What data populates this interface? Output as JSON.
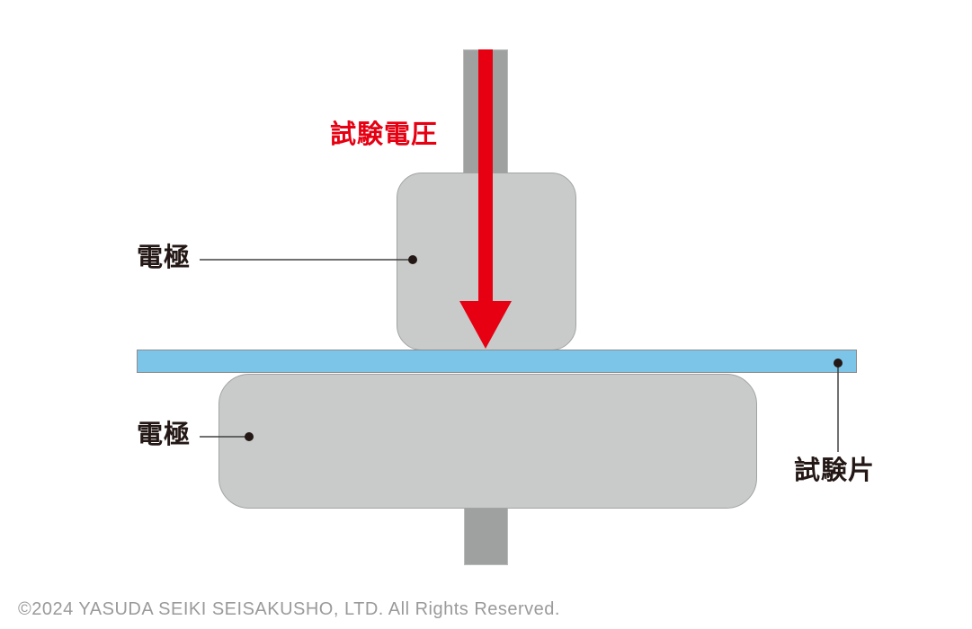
{
  "diagram": {
    "title": "dielectric-breakdown-test-setup",
    "labels": {
      "test_voltage": "試験電圧",
      "electrode_upper": "電極",
      "electrode_lower": "電極",
      "test_piece": "試験片"
    },
    "colors": {
      "voltage_red": "#e60012",
      "electrode_fill": "#c9cbca",
      "electrode_border": "#a2a3a3",
      "rod_fill": "#9fa0a0",
      "test_piece_fill": "#7dc5e8",
      "test_piece_border": "#8c8c8c",
      "label_text": "#231815",
      "leader_line": "#404040",
      "copyright_gray": "#9a9a9a",
      "background": "#ffffff"
    }
  },
  "footer": {
    "copyright": "©2024 YASUDA SEIKI SEISAKUSHO, LTD. All Rights Reserved."
  }
}
